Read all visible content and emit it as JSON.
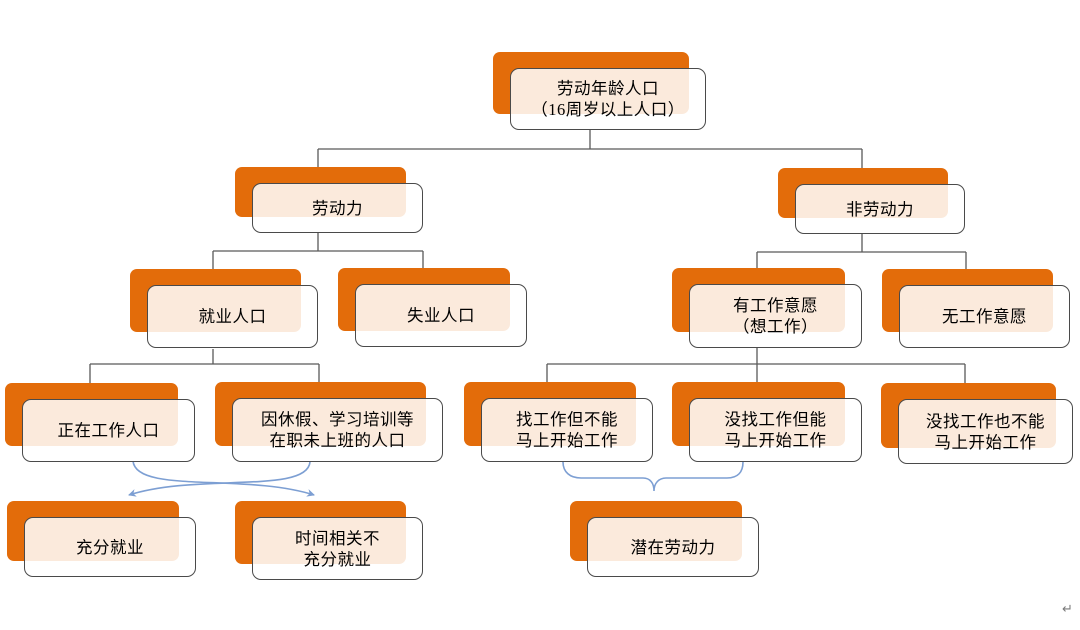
{
  "colors": {
    "orange": "#E36C0A",
    "box_border": "#4a4a4a",
    "connector_gray": "#595959",
    "arrow_blue": "#7D9FD3"
  },
  "nodes": {
    "working_age": {
      "line1": "劳动年龄人口",
      "line2": "（16周岁以上人口）"
    },
    "labor_force": {
      "line1": "劳动力"
    },
    "non_labor_force": {
      "line1": "非劳动力"
    },
    "employed": {
      "line1": "就业人口"
    },
    "unemployed": {
      "line1": "失业人口"
    },
    "willing_to_work": {
      "line1": "有工作意愿",
      "line2": "（想工作）"
    },
    "not_willing_to_work": {
      "line1": "无工作意愿"
    },
    "currently_working": {
      "line1": "正在工作人口"
    },
    "on_leave_training": {
      "line1": "因休假、学习培训等",
      "line2": "在职未上班的人口"
    },
    "seeking_not_available": {
      "line1": "找工作但不能",
      "line2": "马上开始工作"
    },
    "not_seeking_available": {
      "line1": "没找工作但能",
      "line2": "马上开始工作"
    },
    "not_seeking_not_available": {
      "line1": "没找工作也不能",
      "line2": "马上开始工作"
    },
    "full_employment": {
      "line1": "充分就业"
    },
    "time_related_underemployment": {
      "line1": "时间相关不",
      "line2": "充分就业"
    },
    "potential_labor_force": {
      "line1": "潜在劳动力"
    }
  },
  "paragraph_mark": "↵"
}
